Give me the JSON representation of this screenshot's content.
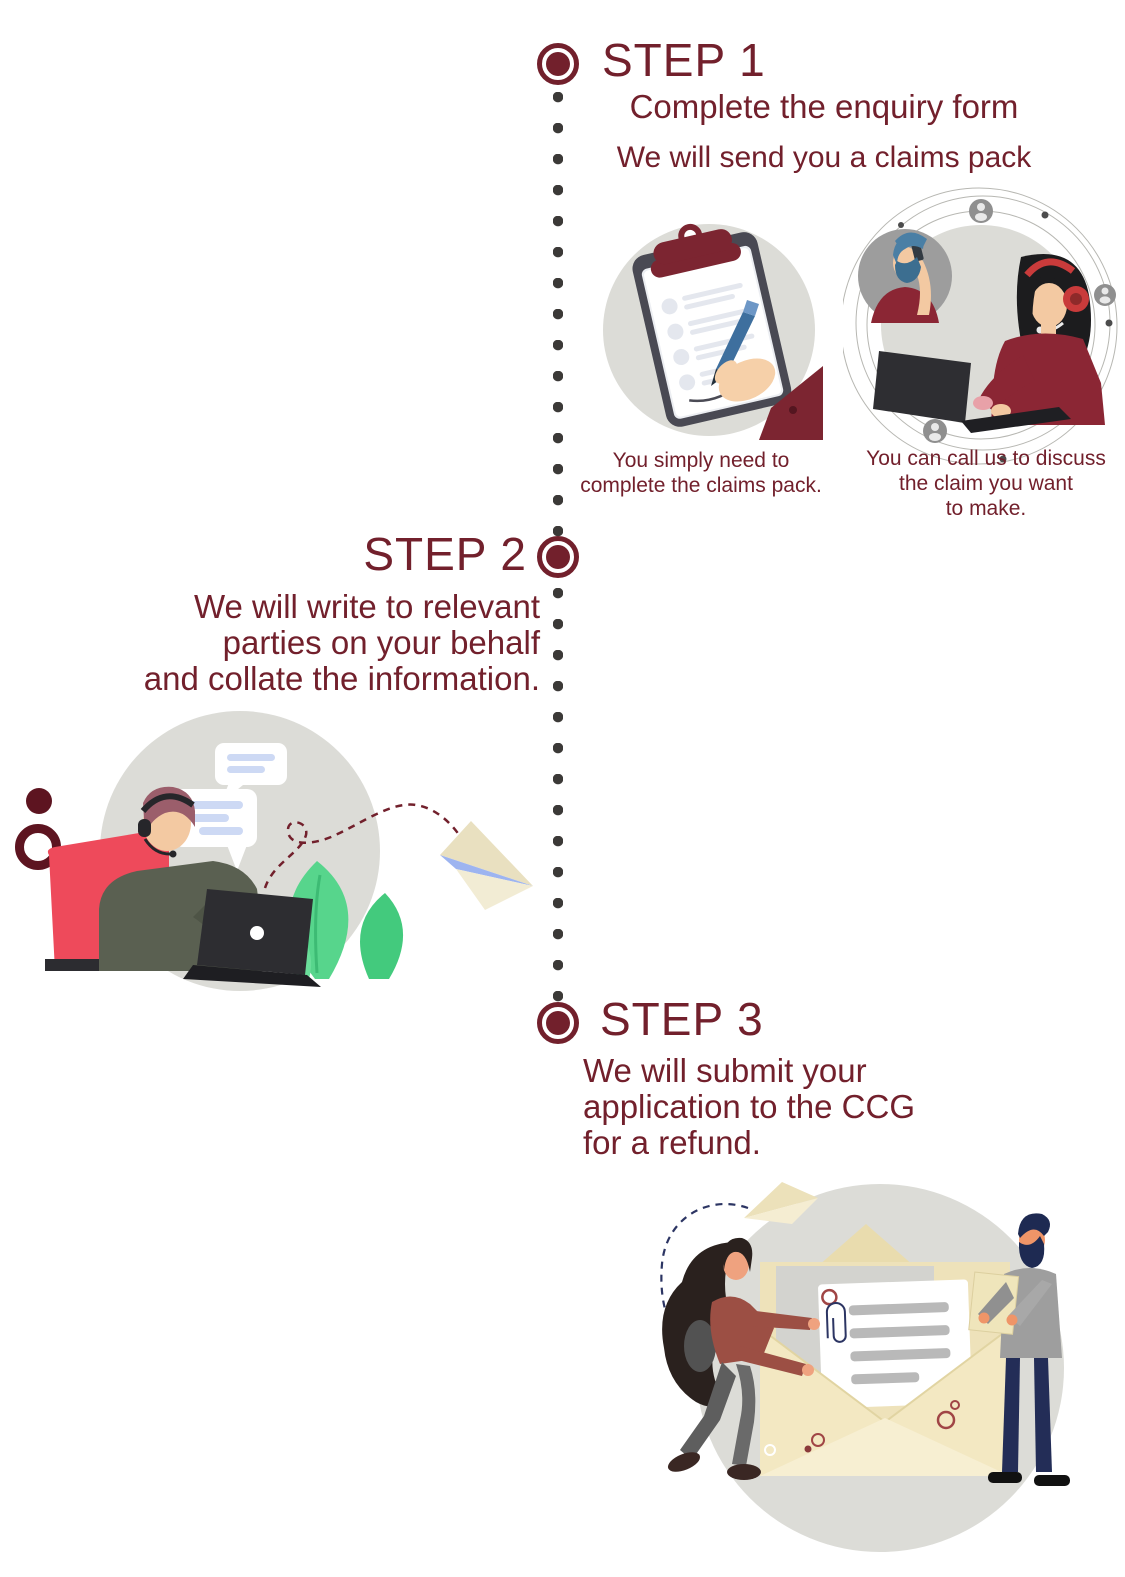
{
  "colors": {
    "accent_maroon": "#72202c",
    "timeline_dot": "#3b3937",
    "illustration_circle_bg": "#dcdcd7",
    "envelope_cream": "#f3e8c2",
    "leaf_green": "#57d58c",
    "chair_red": "#ee4a5b"
  },
  "steps": [
    {
      "title": "STEP 1",
      "subtitle_line1": "Complete the enquiry form",
      "subtitle_line2": "We will send you a claims pack",
      "caption_left": "You simply need to\ncomplete the claims pack.",
      "caption_right": "You can call us to discuss\nthe claim you want\nto make.",
      "illustrations": [
        "clipboard-form-illustration",
        "call-centre-agent-illustration"
      ]
    },
    {
      "title": "STEP 2",
      "body": "We will write to relevant\nparties on your behalf\nand collate the information.",
      "illustrations": [
        "support-agent-laptop-illustration"
      ]
    },
    {
      "title": "STEP 3",
      "body": "We will submit your\napplication to the CCG\nfor a refund.",
      "illustrations": [
        "envelope-application-illustration"
      ]
    }
  ]
}
